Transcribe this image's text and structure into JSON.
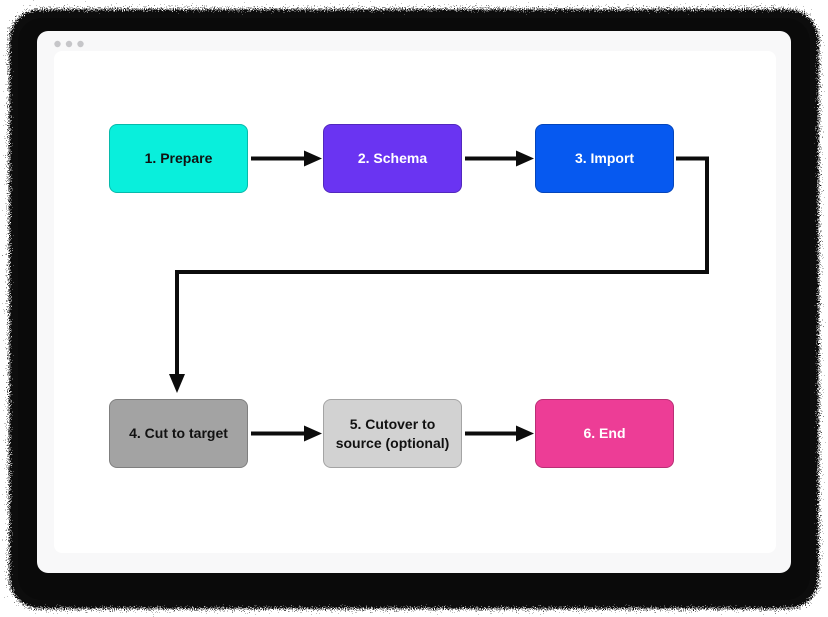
{
  "window": {
    "dots": [
      {
        "name": "window-dot-1"
      },
      {
        "name": "window-dot-2"
      },
      {
        "name": "window-dot-3"
      }
    ],
    "chrome_color": "#f8f8f9",
    "card_color": "#ffffff",
    "dot_color": "#c6c6c9",
    "frame_color": "#0a0a0a"
  },
  "diagram": {
    "type": "flowchart",
    "arrow_color": "#0c0c0c",
    "nodes": [
      {
        "id": "prepare",
        "label": "1. Prepare",
        "fill": "#09efdc",
        "text_color": "#111111"
      },
      {
        "id": "schema",
        "label": "2. Schema",
        "fill": "#6a34f2",
        "text_color": "#ffffff"
      },
      {
        "id": "import",
        "label": "3. Import",
        "fill": "#0659f0",
        "text_color": "#ffffff"
      },
      {
        "id": "cut",
        "label": "4. Cut to target",
        "fill": "#a3a3a3",
        "text_color": "#111111"
      },
      {
        "id": "cutover",
        "label": "5. Cutover to source (optional)",
        "fill": "#d2d2d2",
        "text_color": "#111111"
      },
      {
        "id": "end",
        "label": "6. End",
        "fill": "#ed3d96",
        "text_color": "#ffffff"
      }
    ],
    "edges": [
      {
        "from": "prepare",
        "to": "schema"
      },
      {
        "from": "schema",
        "to": "import"
      },
      {
        "from": "import",
        "to": "cut"
      },
      {
        "from": "cut",
        "to": "cutover"
      },
      {
        "from": "cutover",
        "to": "end"
      }
    ]
  }
}
